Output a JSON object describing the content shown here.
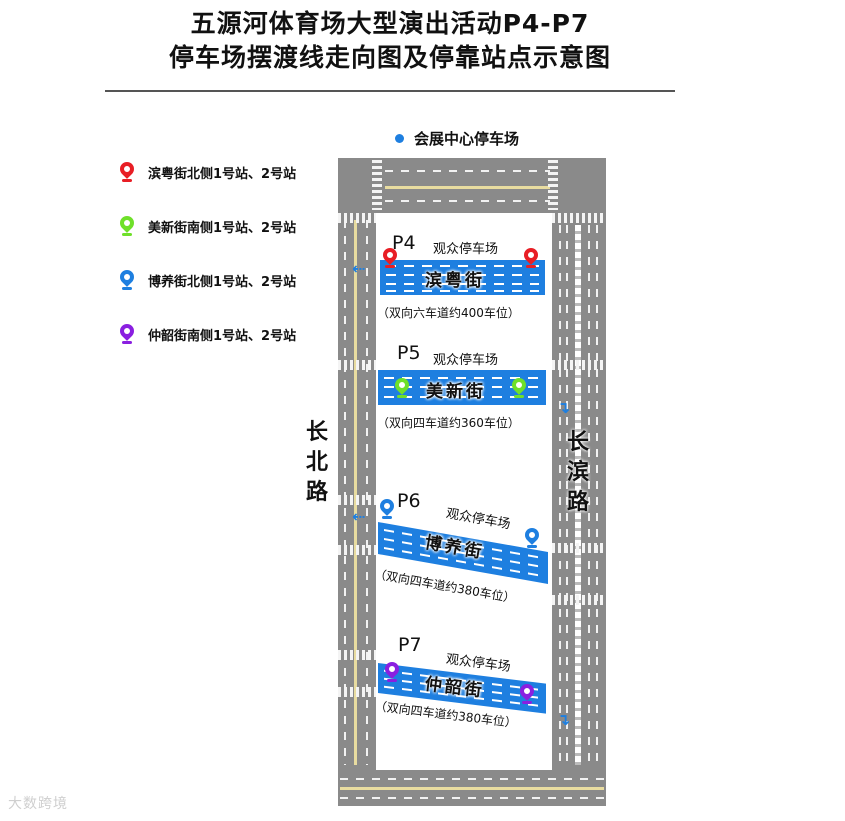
{
  "title": {
    "line1": "五源河体育场大型演出活动P4-P7",
    "line2": "停车场摆渡线走向图及停靠站点示意图"
  },
  "hub": {
    "label": "会展中心停车场",
    "color": "#1e7fe0"
  },
  "legend": [
    {
      "label": "滨粤街北侧1号站、2号站",
      "color": "#e81e25",
      "icon": "map-pin-icon"
    },
    {
      "label": "美新街南侧1号站、2号站",
      "color": "#6fe02a",
      "icon": "map-pin-icon"
    },
    {
      "label": "博养街北侧1号站、2号站",
      "color": "#1e7fe0",
      "icon": "map-pin-icon"
    },
    {
      "label": "仲韶街南侧1号站、2号站",
      "color": "#8a1fe0",
      "icon": "map-pin-icon"
    }
  ],
  "roads": {
    "west": "长北路",
    "east": "长滨路"
  },
  "lots": [
    {
      "id": "P4",
      "type": "观众停车场",
      "street": "滨粤街",
      "capacity": "（双向六车道约400车位）",
      "pin_color": "#e81e25",
      "exit": "west"
    },
    {
      "id": "P5",
      "type": "观众停车场",
      "street": "美新街",
      "capacity": "（双向四车道约360车位）",
      "pin_color": "#6fe02a",
      "exit": "east-south"
    },
    {
      "id": "P6",
      "type": "观众停车场",
      "street": "博养街",
      "capacity": "（双向四车道约380车位）",
      "pin_color": "#1e7fe0",
      "exit": "west"
    },
    {
      "id": "P7",
      "type": "观众停车场",
      "street": "仲韶街",
      "capacity": "（双向四车道约380车位）",
      "pin_color": "#8a1fe0",
      "exit": "east-south"
    }
  ],
  "colors": {
    "street_blue": "#1e7fe0",
    "road_gray": "#8a8a8a"
  },
  "watermark": "大数跨境"
}
